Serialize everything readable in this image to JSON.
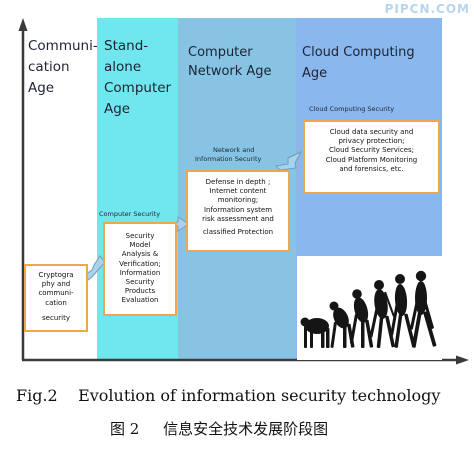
{
  "watermark": "PIPCN.COM",
  "ages": [
    {
      "title_line1": "Communi-",
      "title_line2": "cation Age",
      "title_line3": ""
    },
    {
      "title_line1": "Stand-alone",
      "title_line2": "Computer",
      "title_line3": "Age"
    },
    {
      "title_line1": "Computer",
      "title_line2": "Network Age",
      "title_line3": ""
    },
    {
      "title_line1": "Cloud Computing Age",
      "title_line2": "",
      "title_line3": ""
    }
  ],
  "section_labels": {
    "computer_security": "Computer Security",
    "network_security_line1": "Network and",
    "network_security_line2": "Information Security",
    "cloud_security": "Cloud Computing Security"
  },
  "boxes": [
    {
      "lines": [
        "Cryptogra",
        "phy and",
        "communi-",
        "cation",
        "",
        "security"
      ]
    },
    {
      "lines": [
        "Security",
        "Model",
        "Analysis &",
        "Verification;",
        "Information",
        "Security",
        "Products",
        "Evaluation"
      ]
    },
    {
      "lines": [
        "Defense in depth ;",
        "Internet content",
        "monitoring;",
        "Information system",
        "risk assessment and",
        "",
        "classified Protection"
      ]
    },
    {
      "lines": [
        "Cloud data security and",
        "privacy protection;",
        "Cloud Security Services;",
        "Cloud Platform Monitoring",
        "and forensics, etc."
      ]
    }
  ],
  "caption": {
    "en_prefix": "Fig.2",
    "en_text": "Evolution of information security technology",
    "zh_prefix": "图 2",
    "zh_text": "信息安全技术发展阶段图"
  },
  "colors": {
    "band1": "#70e7ee",
    "band2": "#87c4e3",
    "band3": "#89b7ee",
    "box_border": "#f0a64f",
    "arrow": "#7eb6d8"
  }
}
